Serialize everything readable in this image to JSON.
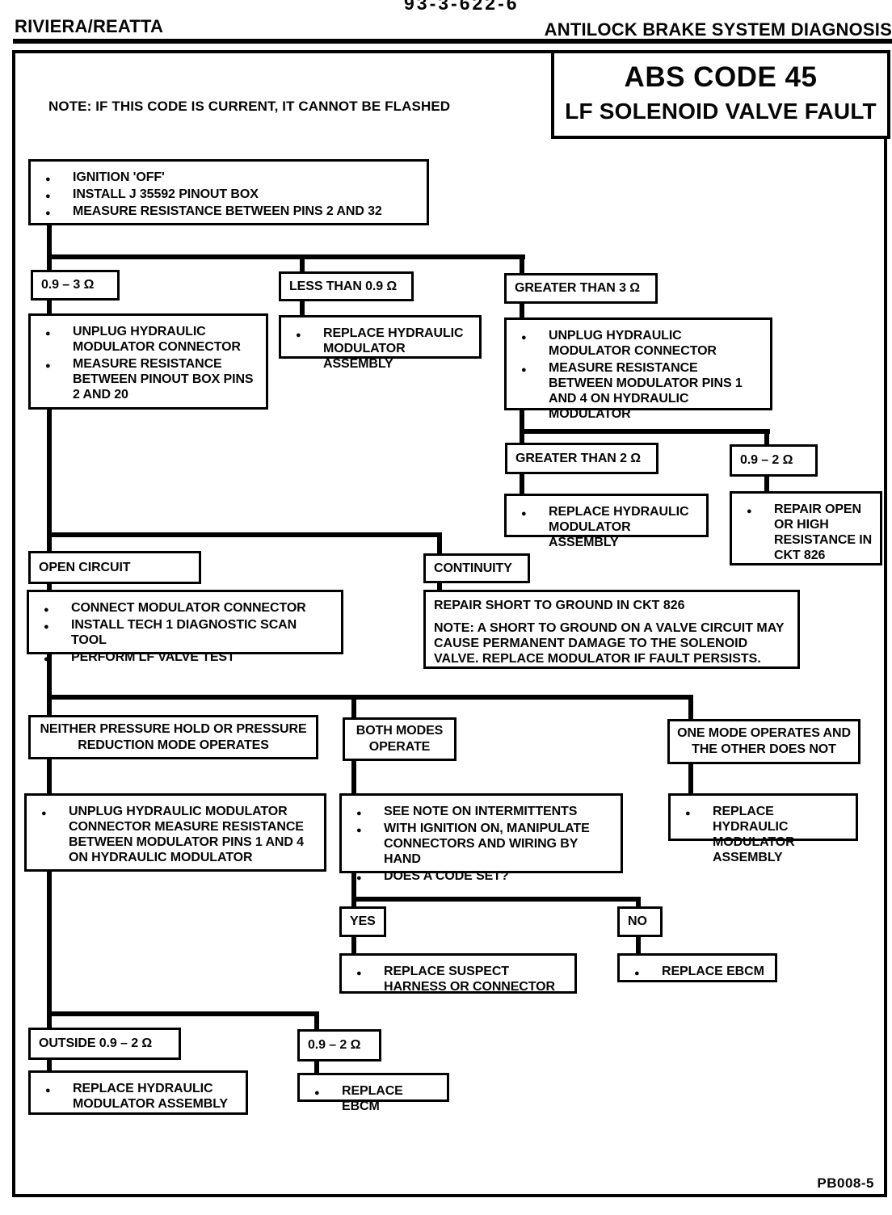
{
  "colors": {
    "ink": "#000000",
    "paper": "#ffffff"
  },
  "page": {
    "doc_number": "93-3-622-6",
    "header_left": "RIVIERA/REATTA",
    "header_right": "ANTILOCK BRAKE SYSTEM DIAGNOSIS",
    "footer_ref": "PB008-5"
  },
  "title_block": {
    "code": "ABS CODE 45",
    "subtitle": "LF SOLENOID VALVE FAULT"
  },
  "note": "NOTE:  IF THIS CODE IS CURRENT, IT CANNOT BE FLASHED",
  "nodes": {
    "start": {
      "items": [
        "IGNITION 'OFF'",
        "INSTALL J 35592 PINOUT BOX",
        "MEASURE RESISTANCE BETWEEN PINS 2 AND 32"
      ]
    },
    "range_09_3": {
      "label": "0.9 – 3  Ω"
    },
    "less_09": {
      "label": "LESS THAN 0.9  Ω"
    },
    "greater_3": {
      "label": "GREATER THAN 3  Ω"
    },
    "unplug_pinout": {
      "items": [
        "UNPLUG HYDRAULIC MODULATOR CONNECTOR",
        "MEASURE  RESISTANCE BETWEEN  PINOUT BOX PINS 2 AND 20"
      ]
    },
    "replace_modulator_1": {
      "items": [
        "REPLACE HYDRAULIC MODULATOR ASSEMBLY"
      ]
    },
    "unplug_modulator": {
      "items": [
        "UNPLUG HYDRAULIC MODULATOR CONNECTOR",
        "MEASURE RESISTANCE BETWEEN MODULATOR PINS 1 AND 4 ON HYDRAULIC MODULATOR"
      ]
    },
    "greater_2": {
      "label": "GREATER THAN 2  Ω"
    },
    "range_09_2_a": {
      "label": "0.9 – 2  Ω"
    },
    "replace_modulator_2": {
      "items": [
        "REPLACE HYDRAULIC MODULATOR ASSEMBLY"
      ]
    },
    "repair_open": {
      "items": [
        "REPAIR OPEN OR HIGH RESISTANCE IN CKT 826"
      ]
    },
    "open_circuit": {
      "label": "OPEN CIRCUIT"
    },
    "continuity": {
      "label": "CONTINUITY"
    },
    "connect_modulator": {
      "items": [
        "CONNECT MODULATOR CONNECTOR",
        "INSTALL TECH 1 DIAGNOSTIC SCAN TOOL",
        "PERFORM  LF VALVE TEST"
      ]
    },
    "repair_short": {
      "line1": "REPAIR SHORT TO GROUND IN CKT 826",
      "note_label": "NOTE:",
      "note_text": " A SHORT TO GROUND ON A VALVE CIRCUIT MAY CAUSE PERMANENT DAMAGE TO THE SOLENOID VALVE. REPLACE MODULATOR IF FAULT PERSISTS."
    },
    "neither_mode": {
      "label": "NEITHER PRESSURE HOLD OR PRESSURE REDUCTION MODE OPERATES"
    },
    "both_modes": {
      "label": "BOTH MODES OPERATE"
    },
    "one_mode": {
      "label": "ONE MODE OPERATES AND THE OTHER DOES NOT"
    },
    "unplug_measure": {
      "items": [
        "UNPLUG HYDRAULIC MODULATOR CONNECTOR MEASURE RESISTANCE BETWEEN MODULATOR PINS 1 AND 4 ON HYDRAULIC MODULATOR"
      ]
    },
    "intermittents": {
      "items": [
        "SEE NOTE ON INTERMITTENTS",
        "WITH IGNITION ON, MANIPULATE CONNECTORS AND WIRING BY HAND",
        "DOES A CODE SET?"
      ]
    },
    "replace_modulator_3": {
      "items": [
        "REPLACE HYDRAULIC MODULATOR ASSEMBLY"
      ]
    },
    "yes": {
      "label": "YES"
    },
    "no": {
      "label": "NO"
    },
    "replace_harness": {
      "items": [
        "REPLACE SUSPECT HARNESS OR CONNECTOR"
      ]
    },
    "replace_ebcm_1": {
      "items": [
        "REPLACE  EBCM"
      ]
    },
    "outside_09_2": {
      "label": "OUTSIDE 0.9 – 2  Ω"
    },
    "range_09_2_b": {
      "label": "0.9 – 2  Ω"
    },
    "replace_modulator_4": {
      "items": [
        "REPLACE HYDRAULIC MODULATOR ASSEMBLY"
      ]
    },
    "replace_ebcm_2": {
      "items": [
        "REPLACE  EBCM"
      ]
    }
  }
}
